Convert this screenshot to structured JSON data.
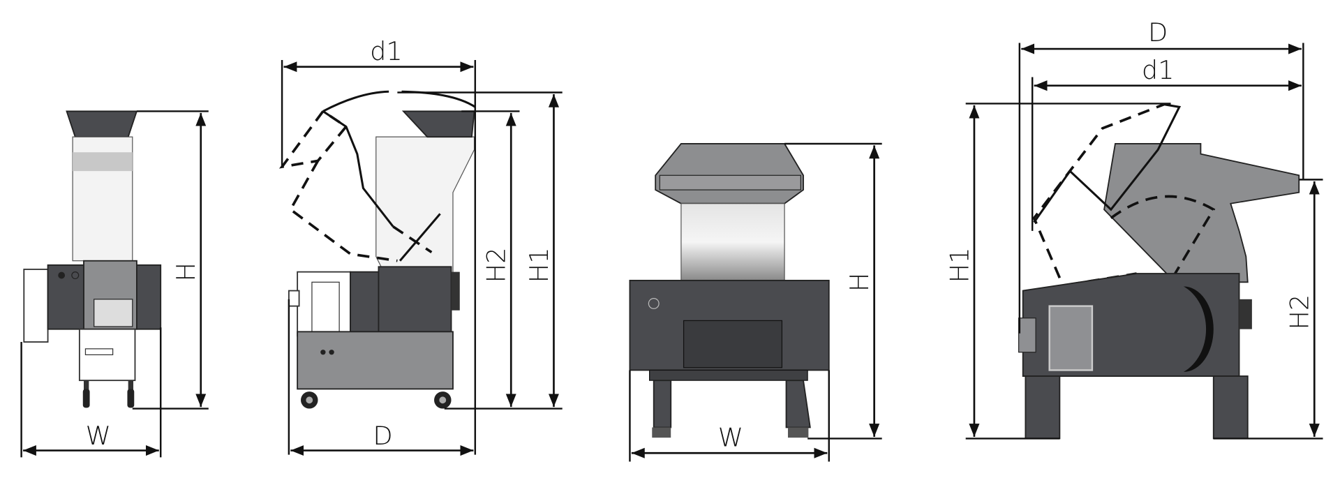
{
  "views": [
    {
      "name": "small-front-view",
      "labels": {
        "height": "H",
        "width": "W"
      }
    },
    {
      "name": "small-side-view",
      "labels": {
        "opening_depth": "d1",
        "depth": "D",
        "height_2": "H2",
        "height_1": "H1"
      }
    },
    {
      "name": "large-front-view",
      "labels": {
        "height": "H",
        "width": "W"
      }
    },
    {
      "name": "large-side-view",
      "labels": {
        "depth": "D",
        "opening_depth": "d1",
        "height_1": "H1",
        "height_2": "H2"
      }
    }
  ],
  "colors": {
    "machine_dark": "#4a4b4f",
    "machine_gray": "#8d8e90",
    "hopper_light": "#f3f3f3",
    "line": "#111111"
  }
}
